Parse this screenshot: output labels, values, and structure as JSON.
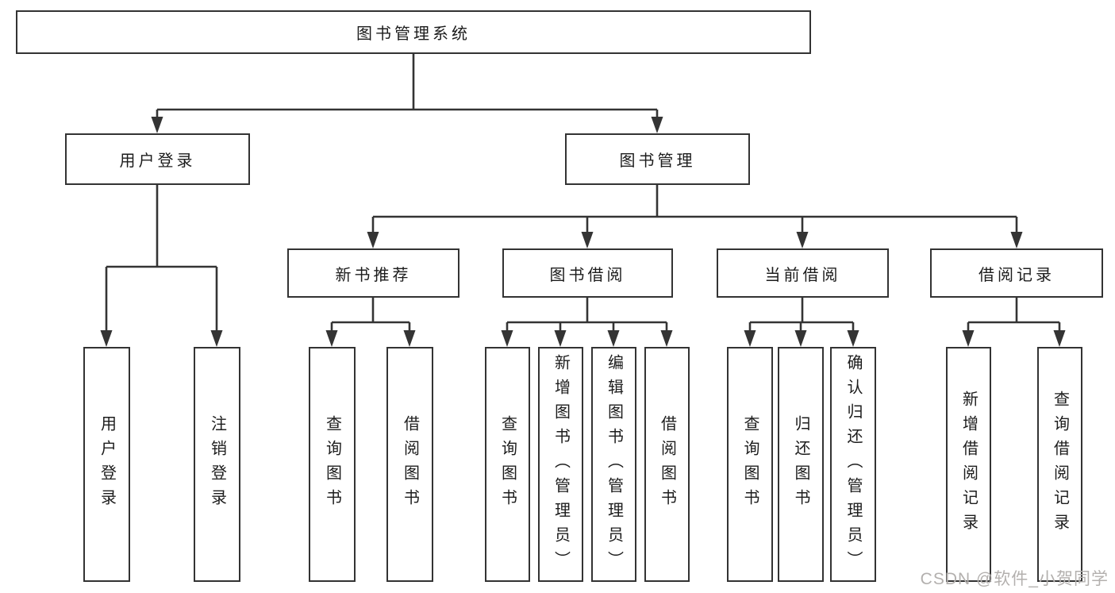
{
  "colors": {
    "line": "#343434",
    "box_border": "#333333",
    "text": "#1c1c1c",
    "background": "#ffffff",
    "watermark": "#b3b0ae"
  },
  "diagram": {
    "root": "图书管理系统",
    "branches": [
      {
        "label": "用户登录",
        "children": [
          "用户登录",
          "注销登录"
        ]
      },
      {
        "label": "图书管理",
        "sections": [
          {
            "label": "新书推荐",
            "children": [
              "查询图书",
              "借阅图书"
            ]
          },
          {
            "label": "图书借阅",
            "children": [
              "查询图书",
              "新增图书（管理员）",
              "编辑图书（管理员）",
              "借阅图书"
            ]
          },
          {
            "label": "当前借阅",
            "children": [
              "查询图书",
              "归还图书",
              "确认归还（管理员）"
            ]
          },
          {
            "label": "借阅记录",
            "children": [
              "新增借阅记录",
              "查询借阅记录"
            ]
          }
        ]
      }
    ]
  },
  "watermark": {
    "text": "CSDN @软件_小贺同学"
  }
}
